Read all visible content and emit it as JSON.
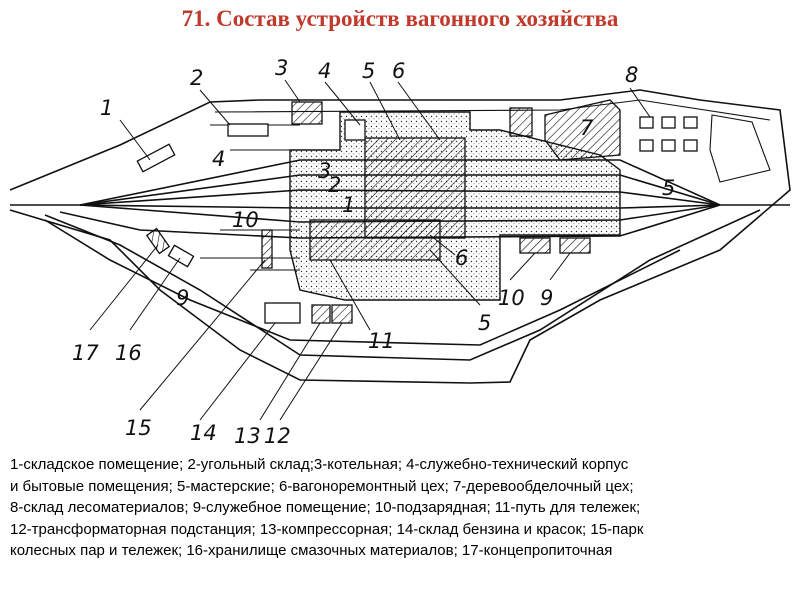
{
  "title": "71. Состав устройств вагонного хозяйства",
  "labels": {
    "n1": "1",
    "n2": "2",
    "n3": "3",
    "n4": "4",
    "n5": "5",
    "n6": "6",
    "n7": "7",
    "n8": "8",
    "n5b": "5",
    "n6b": "6",
    "n9": "9",
    "n9b": "9",
    "n10": "10",
    "n10b": "10",
    "n11": "11",
    "n12": "12",
    "n13": "13",
    "n14": "14",
    "n15": "15",
    "n16": "16",
    "n17": "17",
    "t1": "1",
    "t2": "2",
    "t3": "3",
    "t4": "4",
    "t5": "5"
  },
  "legend": {
    "line1": "1-складское помещение; 2-угольный склад;3-котельная; 4-служебно-технический корпус",
    "line2": "и бытовые помещения; 5-мастерские; 6-вагоноремонтный цех; 7-деревообделочный цех;",
    "line3": "8-склад лесоматериалов;  9-служебное помещение; 10-подзарядная; 11-путь для тележек;",
    "line4": "12-трансформаторная подстанция; 13-компрессорная; 14-склад бензина и красок; 15-парк",
    "line5": "колесных пар и тележек; 16-хранилище смазочных материалов; 17-концепропиточная"
  }
}
